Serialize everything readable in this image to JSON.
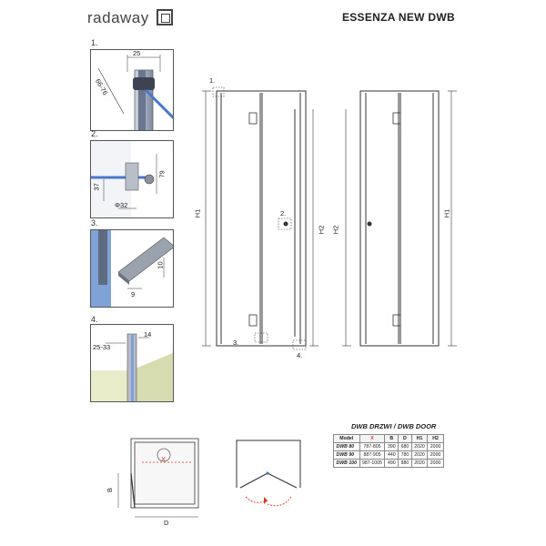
{
  "header": {
    "brand": "radaway",
    "title": "ESSENZA NEW DWB"
  },
  "details": {
    "d1": {
      "step": "1.",
      "labels": {
        "top": "25",
        "diag": "66-76"
      }
    },
    "d2": {
      "step": "2.",
      "labels": {
        "a": "37",
        "b": "79",
        "dia": "Φ32"
      }
    },
    "d3": {
      "step": "3.",
      "labels": {
        "a": "10",
        "b": "9"
      }
    },
    "d4": {
      "step": "4.",
      "labels": {
        "a": "25-33",
        "b": "14"
      }
    }
  },
  "main_drawing": {
    "callouts": {
      "c1": "1.",
      "c2": "2.",
      "c3": "3.",
      "c4": "4."
    },
    "dims": {
      "h1_left": "H1",
      "h2_left": "H2",
      "h2_right": "H2",
      "h1_right": "H1"
    }
  },
  "plan": {
    "x_label": "X",
    "b_label": "B",
    "d_label": "D"
  },
  "table": {
    "title": "DWB DRZWI / DWB DOOR",
    "headers": [
      "Model",
      "X",
      "B",
      "D",
      "H1",
      "H2"
    ],
    "rows": [
      [
        "DWB 80",
        "787-805",
        "390",
        "680",
        "2020",
        "2000"
      ],
      [
        "DWB 90",
        "887-905",
        "440",
        "780",
        "2020",
        "2000"
      ],
      [
        "DWB 100",
        "987-1005",
        "490",
        "880",
        "2020",
        "2000"
      ]
    ]
  },
  "colors": {
    "accent": "#d23a2a",
    "glass": "#4a78c8",
    "line": "#333333"
  }
}
